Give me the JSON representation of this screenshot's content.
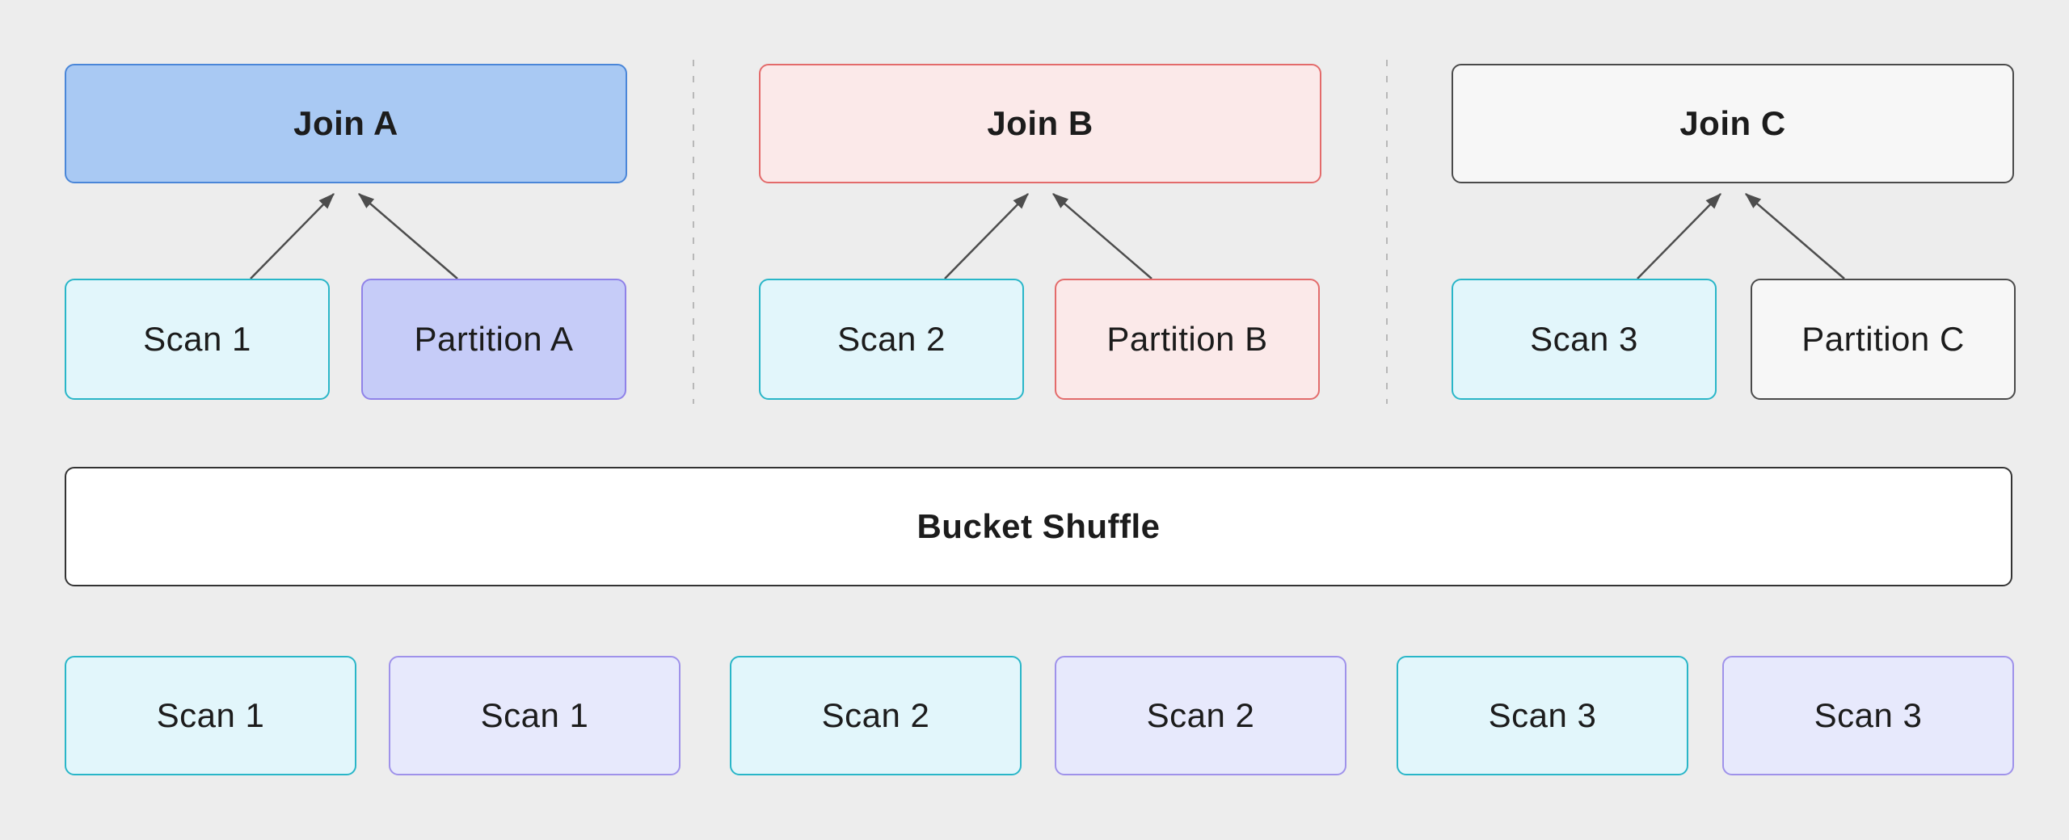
{
  "colors": {
    "background": "#ededed",
    "text": "#1c1c1c",
    "arrow": "#4d4d4d",
    "divider": "#b8b8b8",
    "scan_fill": "#e2f6fb",
    "scan_border": "#29b6c8",
    "join_a_fill": "#a9c9f3",
    "join_a_border": "#4a86d8",
    "partition_a_fill": "#c6ccf8",
    "partition_a_border": "#8f82e8",
    "red_fill": "#fbe9e9",
    "red_border": "#e36b6b",
    "neutral_fill": "#f7f7f7",
    "neutral_border": "#4a4a4a",
    "shuffle_fill": "#ffffff",
    "shuffle_border": "#333333",
    "lavender_fill": "#e7e9fc",
    "lavender_border": "#9f92ea"
  },
  "groups": [
    {
      "join": {
        "label": "Join A"
      },
      "scan": {
        "label": "Scan 1"
      },
      "partition": {
        "label": "Partition A"
      }
    },
    {
      "join": {
        "label": "Join B"
      },
      "scan": {
        "label": "Scan 2"
      },
      "partition": {
        "label": "Partition B"
      }
    },
    {
      "join": {
        "label": "Join C"
      },
      "scan": {
        "label": "Scan 3"
      },
      "partition": {
        "label": "Partition C"
      }
    }
  ],
  "shuffle": {
    "label": "Bucket Shuffle"
  },
  "bottom_row": [
    {
      "label": "Scan 1",
      "variant": "cyan"
    },
    {
      "label": "Scan 1",
      "variant": "lavender"
    },
    {
      "label": "Scan 2",
      "variant": "cyan"
    },
    {
      "label": "Scan 2",
      "variant": "lavender"
    },
    {
      "label": "Scan 3",
      "variant": "cyan"
    },
    {
      "label": "Scan 3",
      "variant": "lavender"
    }
  ]
}
